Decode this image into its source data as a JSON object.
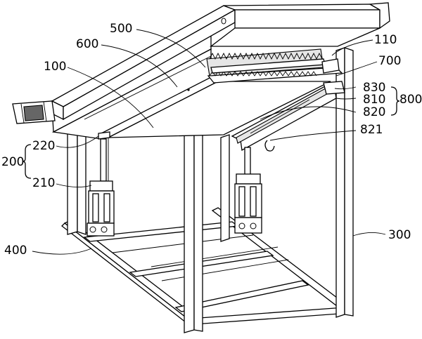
{
  "labels": {
    "l500": "500",
    "l600": "600",
    "l100": "100",
    "l110": "110",
    "l700": "700",
    "l830": "830",
    "l810": "810",
    "l820": "820",
    "l800": "800",
    "l821": "821",
    "l220": "220",
    "l200": "200",
    "l210": "210",
    "l400": "400",
    "l300": "300"
  }
}
